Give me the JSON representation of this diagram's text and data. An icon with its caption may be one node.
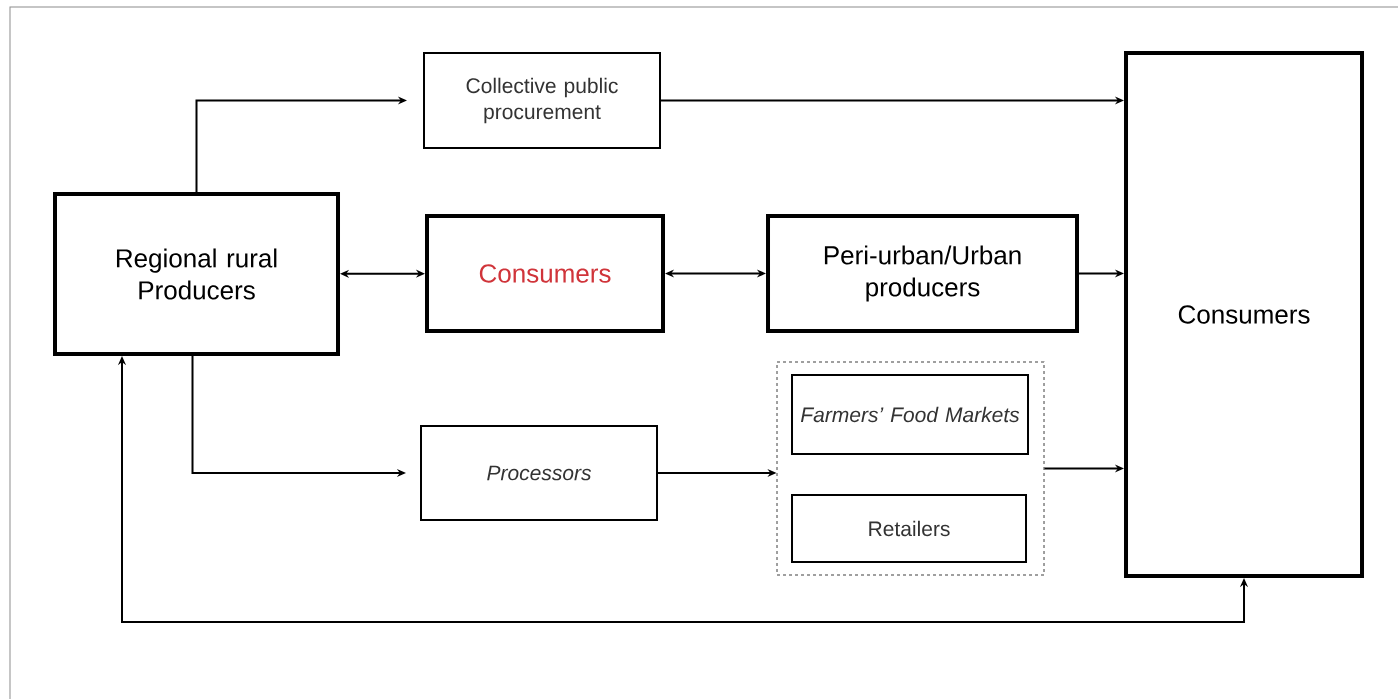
{
  "diagram": {
    "nodes": [
      {
        "text": [
          "Regional rural Producers"
        ]
      },
      {
        "text": [
          "Collective public procurement"
        ]
      },
      {
        "text": [
          "Consumers"
        ]
      },
      {
        "text": [
          "Peri-urban/Urban producers"
        ]
      },
      {
        "text": [
          "Consumers"
        ]
      },
      {
        "text": [
          "Processors"
        ]
      },
      {
        "text": [],
        "shape": "box"
      },
      {
        "text": [
          "Farmers’ Food Markets"
        ],
        "in": 6
      },
      {
        "text": [
          "Retailers"
        ],
        "in": 6
      }
    ],
    "edges": [
      {
        "from": 0,
        "to": 1,
        "arrow": "to"
      },
      {
        "from": 1,
        "to": 4,
        "arrow": "to"
      },
      {
        "from": 0,
        "to": 2,
        "arrow": "both"
      },
      {
        "from": 2,
        "to": 3,
        "arrow": "both"
      },
      {
        "from": 3,
        "to": 4,
        "arrow": "to"
      },
      {
        "from": 0,
        "to": 5,
        "arrow": "to"
      },
      {
        "from": 5,
        "to": 6,
        "arrow": "to"
      },
      {
        "from": 6,
        "to": 4,
        "arrow": "to"
      },
      {
        "from": 4,
        "to": 0,
        "arrow": "both"
      }
    ]
  }
}
